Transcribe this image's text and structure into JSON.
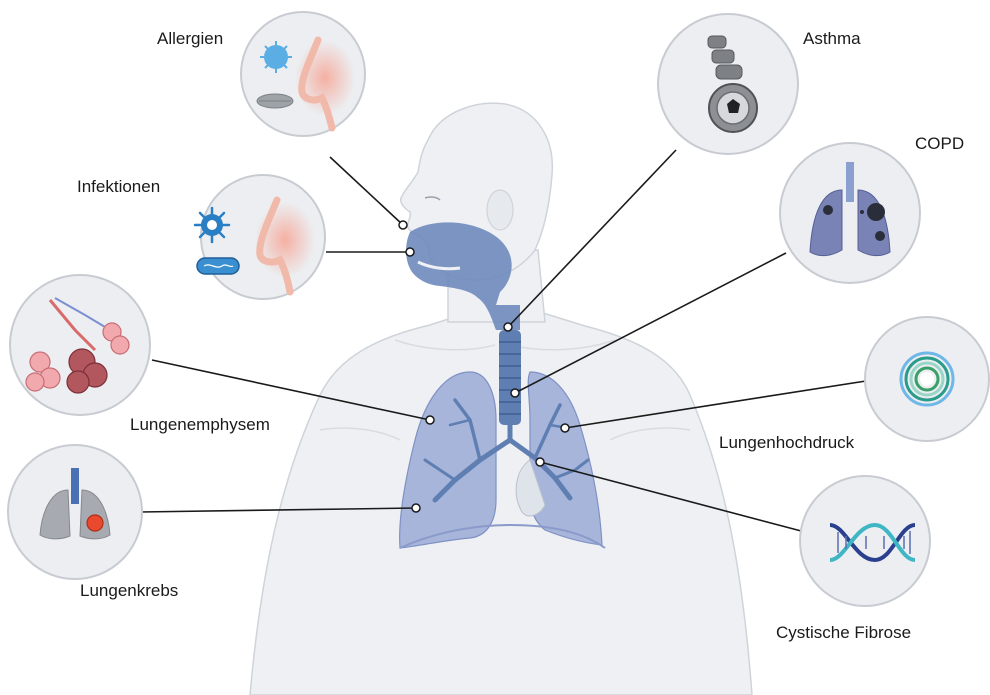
{
  "labels": {
    "allergien": "Allergien",
    "infektionen": "Infektionen",
    "lungenemphysem": "Lungenemphysem",
    "lungenkrebs": "Lungenkrebs",
    "asthma": "Asthma",
    "copd": "COPD",
    "lungenhochdruck": "Lungenhochdruck",
    "cystische_fibrose": "Cystische Fibrose"
  },
  "colors": {
    "body_fill": "#eef0f3",
    "body_outline": "#cfd4da",
    "airway_blue": "#5f7fb3",
    "lung_fill": "#9aaad6",
    "circle_fill": "#eceef1",
    "circle_stroke": "#c8ccd2",
    "leader_line": "#1a1a1a",
    "tumor_red": "#e8492f",
    "skin_pink": "#f3b6a8",
    "virus_blue": "#3a8fd1",
    "dna_dark": "#2b3f8f",
    "dna_teal": "#3fb6c4"
  }
}
